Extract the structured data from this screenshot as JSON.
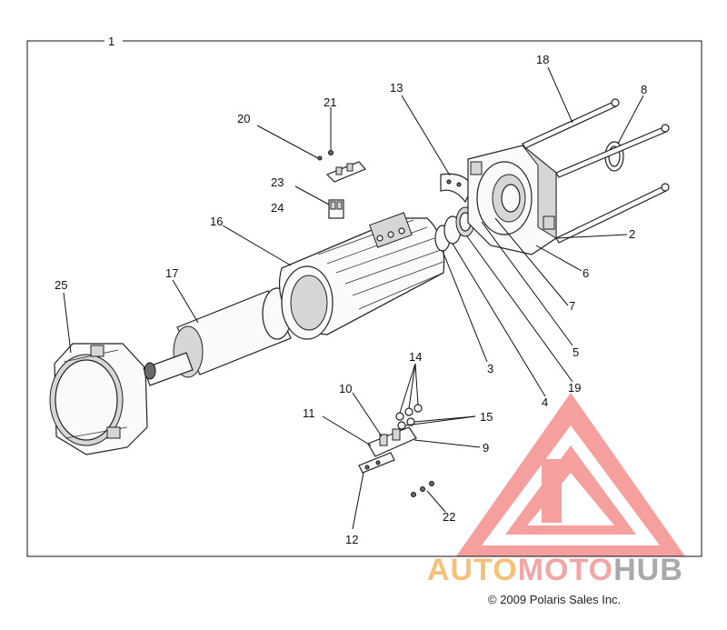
{
  "diagram": {
    "labels": [
      "1",
      "2",
      "3",
      "4",
      "5",
      "6",
      "7",
      "8",
      "9",
      "10",
      "11",
      "12",
      "13",
      "14",
      "15",
      "16",
      "17",
      "18",
      "19",
      "20",
      "21",
      "22",
      "23",
      "24",
      "25"
    ],
    "copyright": "© 2009 Polaris Sales Inc."
  },
  "watermark": {
    "word_a": "AUTO",
    "word_b": "MOTO",
    "word_c": "HUB",
    "color_a": "#f6c07a",
    "color_b": "#f3a6a6",
    "color_c": "#a9a9a9",
    "logo_color": "#f28080"
  }
}
